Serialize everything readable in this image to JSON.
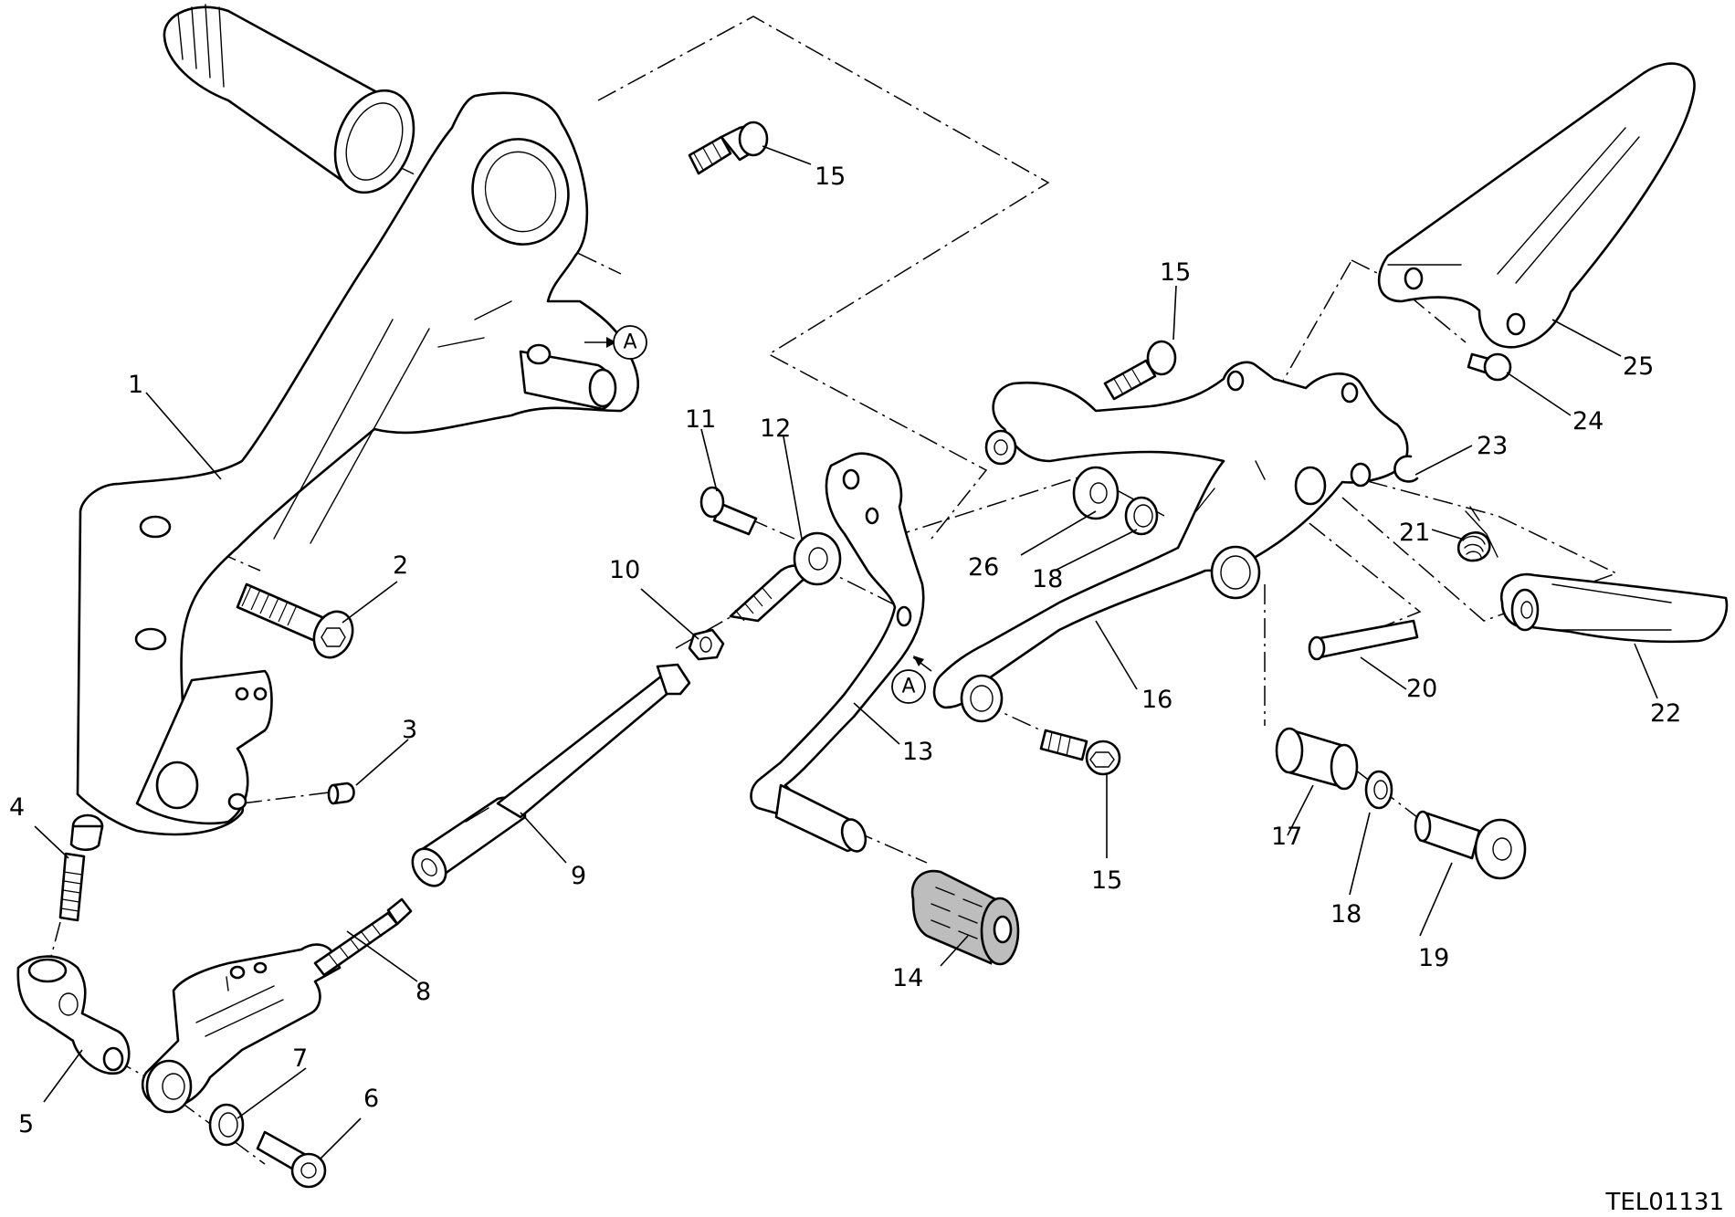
{
  "diagram": {
    "code": "TEL01131",
    "ref_mark": "A",
    "labels": {
      "p1": "1",
      "p2": "2",
      "p3": "3",
      "p4": "4",
      "p5": "5",
      "p6": "6",
      "p7": "7",
      "p8": "8",
      "p9": "9",
      "p10": "10",
      "p11": "11",
      "p12": "12",
      "p13": "13",
      "p14": "14",
      "p15a": "15",
      "p15b": "15",
      "p15c": "15",
      "p16": "16",
      "p17": "17",
      "p18a": "18",
      "p18b": "18",
      "p19": "19",
      "p20": "20",
      "p21": "21",
      "p22": "22",
      "p23": "23",
      "p24": "24",
      "p25": "25",
      "p26": "26"
    }
  }
}
